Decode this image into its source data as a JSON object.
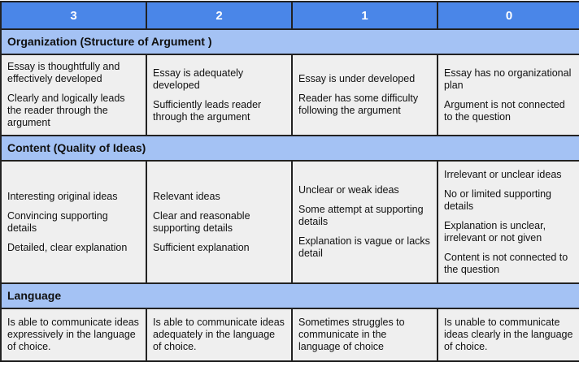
{
  "header": [
    "3",
    "2",
    "1",
    "0"
  ],
  "sections": [
    {
      "title": "Organization (Structure of Argument )",
      "cells": [
        [
          "Essay is thoughtfully and effectively developed",
          "Clearly  and logically leads the reader through the argument"
        ],
        [
          "Essay is adequately developed",
          "Sufficiently leads reader through the argument"
        ],
        [
          "Essay is under developed",
          "Reader has some difficulty following the argument"
        ],
        [
          "Essay has no organizational plan",
          "Argument is not connected to the question"
        ]
      ]
    },
    {
      "title": "Content (Quality of Ideas)",
      "cells": [
        [
          "Interesting original ideas",
          "Convincing supporting details",
          "Detailed, clear explanation"
        ],
        [
          "Relevant ideas",
          "Clear and reasonable supporting details",
          "Sufficient explanation"
        ],
        [
          "Unclear or weak ideas",
          "Some attempt at supporting details",
          "Explanation is vague or lacks detail"
        ],
        [
          "Irrelevant or unclear ideas",
          "No or limited supporting details",
          "Explanation is unclear, irrelevant or not given",
          "Content is not connected to the question"
        ]
      ]
    },
    {
      "title": "Language",
      "cells": [
        [
          "Is able to communicate ideas expressively in the language of choice."
        ],
        [
          "Is able to communicate ideas adequately in the language of choice."
        ],
        [
          "Sometimes struggles to communicate in the language of choice"
        ],
        [
          "Is unable to communicate ideas clearly in the language of choice."
        ]
      ]
    }
  ]
}
